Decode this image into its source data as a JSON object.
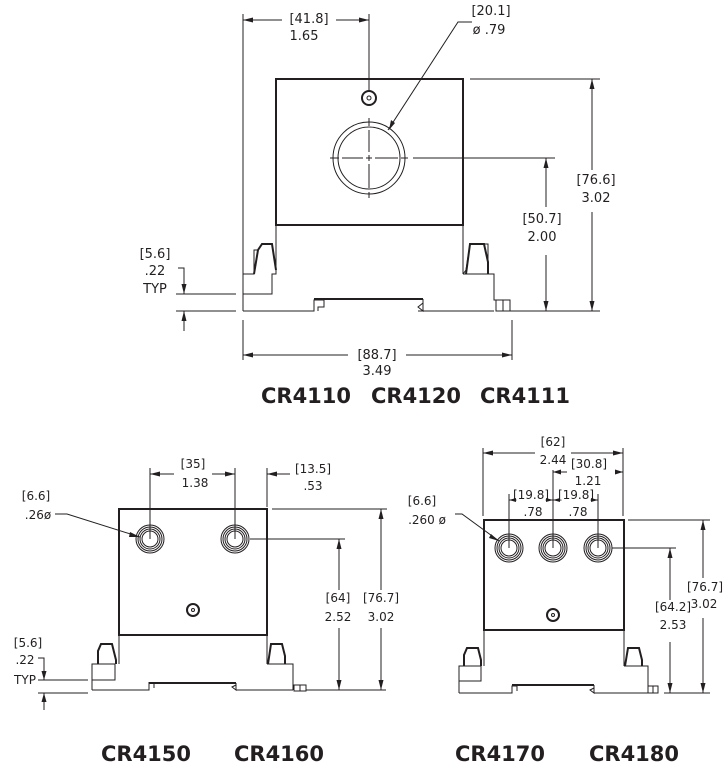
{
  "top_view": {
    "dim_width_hole": {
      "mm": "[41.8]",
      "in": "1.65"
    },
    "dim_hole_dia": {
      "mm": "[20.1]",
      "in": "ø .79"
    },
    "dim_total_height": {
      "mm": "[76.6]",
      "in": "3.02"
    },
    "dim_hole_height": {
      "mm": "[50.7]",
      "in": "2.00"
    },
    "dim_foot": {
      "mm": "[5.6]",
      "in": ".22",
      "note": "TYP"
    },
    "dim_total_width": {
      "mm": "[88.7]",
      "in": "3.49"
    },
    "models": [
      "CR4110",
      "CR4120",
      "CR4111"
    ]
  },
  "bottom_left_view": {
    "dim_hole_dia": {
      "mm": "[6.6]",
      "in": ".26ø"
    },
    "dim_hole_spacing": {
      "mm": "[35]",
      "in": "1.38"
    },
    "dim_edge_offset": {
      "mm": "[13.5]",
      "in": ".53"
    },
    "dim_hole_height": {
      "mm": "[64]",
      "in": "2.52"
    },
    "dim_total_height": {
      "mm": "[76.7]",
      "in": "3.02"
    },
    "dim_foot": {
      "mm": "[5.6]",
      "in": ".22",
      "note": "TYP"
    },
    "models": [
      "CR4150",
      "CR4160"
    ]
  },
  "bottom_right_view": {
    "dim_hole_dia": {
      "mm": "[6.6]",
      "in": ".260 ø"
    },
    "dim_total": {
      "mm": "[62]",
      "in": "2.44"
    },
    "dim_edge": {
      "mm": "[30.8]",
      "in": "1.21"
    },
    "dim_spacing_1": {
      "mm": "[19.8]",
      "in": ".78"
    },
    "dim_spacing_2": {
      "mm": "[19.8]",
      "in": ".78"
    },
    "dim_hole_height": {
      "mm": "[64.2]",
      "in": "2.53"
    },
    "dim_total_height": {
      "mm": "[76.7]",
      "in": "3.02"
    },
    "models": [
      "CR4170",
      "CR4180"
    ]
  }
}
